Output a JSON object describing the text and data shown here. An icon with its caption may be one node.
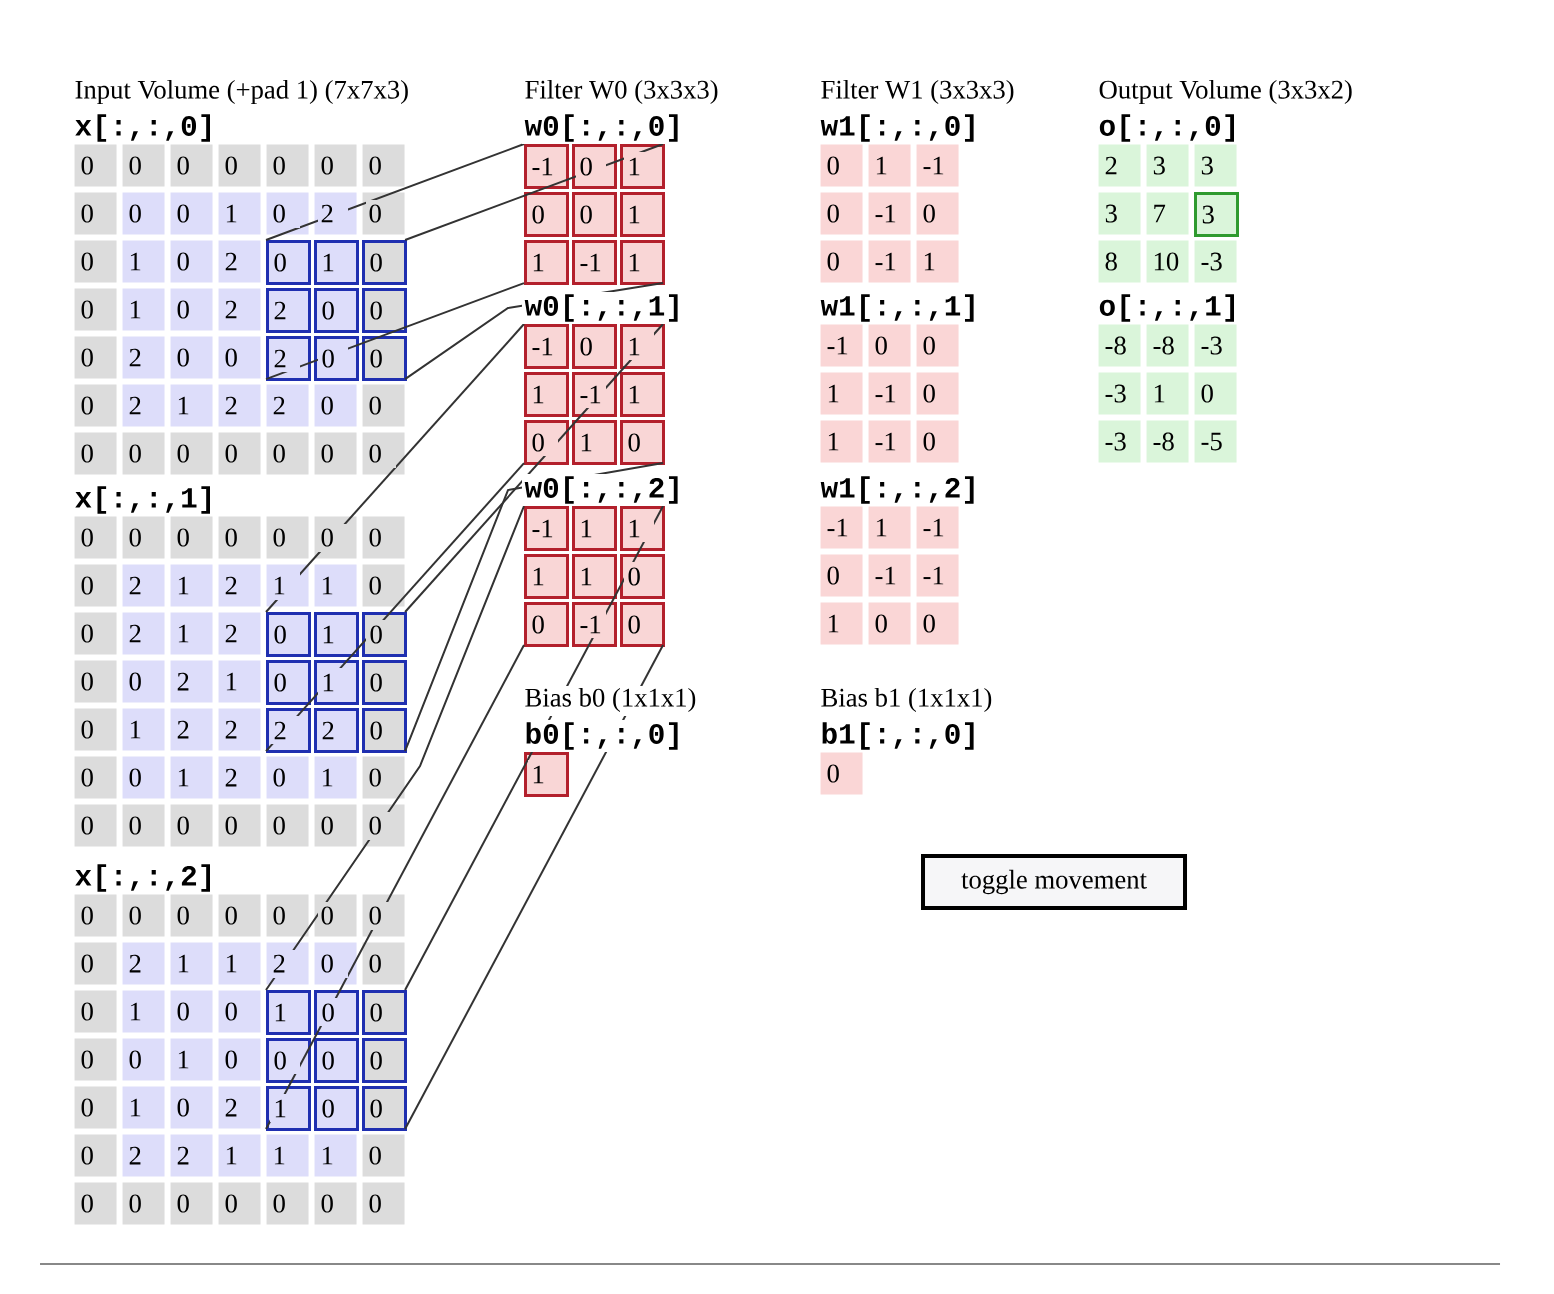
{
  "diagram": {
    "nodes": [
      {
        "text": [
          "0",
          "1",
          "0",
          "2",
          "0",
          "0",
          "2",
          "0",
          "0"
        ]
      },
      {
        "text": [
          "0",
          "1",
          "0",
          "0",
          "1",
          "0",
          "2",
          "2",
          "0"
        ]
      },
      {
        "text": [
          "1",
          "0",
          "0",
          "0",
          "0",
          "0",
          "1",
          "0",
          "0"
        ]
      },
      {
        "text": [
          "-1",
          "0",
          "1",
          "0",
          "0",
          "1",
          "1",
          "-1",
          "1"
        ]
      },
      {
        "text": [
          "-1",
          "0",
          "1",
          "1",
          "-1",
          "1",
          "0",
          "1",
          "0"
        ]
      },
      {
        "text": [
          "-1",
          "1",
          "1",
          "1",
          "1",
          "0",
          "0",
          "-1",
          "0"
        ]
      },
      {
        "text": [
          "toggle movement"
        ]
      }
    ],
    "edges": [
      {
        "from": 0,
        "to": 3,
        "arrow": "none"
      },
      {
        "from": 0,
        "to": 3,
        "arrow": "none"
      },
      {
        "from": 0,
        "to": 3,
        "arrow": "none"
      },
      {
        "from": 0,
        "to": 3,
        "arrow": "none"
      },
      {
        "from": 1,
        "to": 4,
        "arrow": "none"
      },
      {
        "from": 1,
        "to": 4,
        "arrow": "none"
      },
      {
        "from": 1,
        "to": 4,
        "arrow": "none"
      },
      {
        "from": 1,
        "to": 4,
        "arrow": "none"
      },
      {
        "from": 2,
        "to": 5,
        "arrow": "none"
      },
      {
        "from": 2,
        "to": 5,
        "arrow": "none"
      },
      {
        "from": 2,
        "to": 5,
        "arrow": "none"
      },
      {
        "from": 2,
        "to": 5,
        "arrow": "none"
      }
    ],
    "labels": [
      "Input Volume (+pad 1) (7x7x3)",
      "x[:,:,0]",
      "0",
      "0",
      "0",
      "0",
      "0",
      "0",
      "0",
      "0",
      "0",
      "0",
      "1",
      "0",
      "2",
      "0",
      "0",
      "1",
      "0",
      "2",
      "0",
      "1",
      "0",
      "2",
      "0",
      "2",
      "0",
      "0",
      "0",
      "2",
      "1",
      "2",
      "2",
      "0",
      "0",
      "0",
      "0",
      "0",
      "0",
      "0",
      "0",
      "0",
      "x[:,:,1]",
      "0",
      "0",
      "0",
      "0",
      "0",
      "0",
      "0",
      "0",
      "2",
      "1",
      "2",
      "1",
      "1",
      "0",
      "0",
      "2",
      "1",
      "2",
      "0",
      "0",
      "2",
      "1",
      "0",
      "1",
      "2",
      "2",
      "0",
      "0",
      "1",
      "2",
      "0",
      "1",
      "0",
      "0",
      "0",
      "0",
      "0",
      "0",
      "0",
      "0",
      "x[:,:,2]",
      "0",
      "0",
      "0",
      "0",
      "0",
      "0",
      "0",
      "0",
      "2",
      "1",
      "1",
      "2",
      "0",
      "0",
      "0",
      "1",
      "0",
      "0",
      "0",
      "0",
      "1",
      "0",
      "0",
      "1",
      "0",
      "2",
      "0",
      "2",
      "2",
      "1",
      "1",
      "1",
      "0",
      "0",
      "0",
      "0",
      "0",
      "0",
      "0",
      "0",
      "Filter W0 (3x3x3)",
      "w0[:,:,0]",
      "w0[:,:,1]",
      "w0[:,:,2]",
      "Bias b0 (1x1x1)",
      "b0[:,:,0]",
      "1",
      "Filter W1 (3x3x3)",
      "w1[:,:,0]",
      "0",
      "1",
      "-1",
      "0",
      "-1",
      "0",
      "0",
      "-1",
      "1",
      "w1[:,:,1]",
      "-1",
      "0",
      "0",
      "1",
      "-1",
      "0",
      "1",
      "-1",
      "0",
      "w1[:,:,2]",
      "-1",
      "1",
      "-1",
      "0",
      "-1",
      "-1",
      "1",
      "0",
      "0",
      "Bias b1 (1x1x1)",
      "b1[:,:,0]",
      "0",
      "Output Volume (3x3x2)",
      "o[:,:,0]",
      "2",
      "3",
      "3",
      "3",
      "7",
      "3",
      "8",
      "10",
      "-3",
      "o[:,:,1]",
      "-8",
      "-8",
      "-3",
      "-3",
      "1",
      "0",
      "-3",
      "-8",
      "-5"
    ]
  }
}
